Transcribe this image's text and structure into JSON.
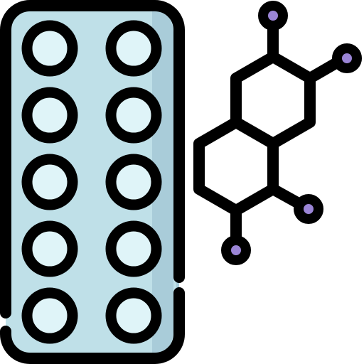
{
  "icon": {
    "name": "medication-pills-with-molecule",
    "elements": [
      "blister-pack-icon",
      "molecule-icon"
    ]
  },
  "colors": {
    "outline": "#000000",
    "blister_fill": "#bfe0e8",
    "blister_shade": "#a9ccd9",
    "pill_fill": "#dff4f8",
    "pill_highlight": "#ffffff",
    "atom_fill": "#9b85d6",
    "background": "#ffffff"
  },
  "blister_pack": {
    "pill_rows": 5,
    "pill_columns": 2
  },
  "molecule": {
    "rings": 2,
    "terminal_atoms": 4
  }
}
